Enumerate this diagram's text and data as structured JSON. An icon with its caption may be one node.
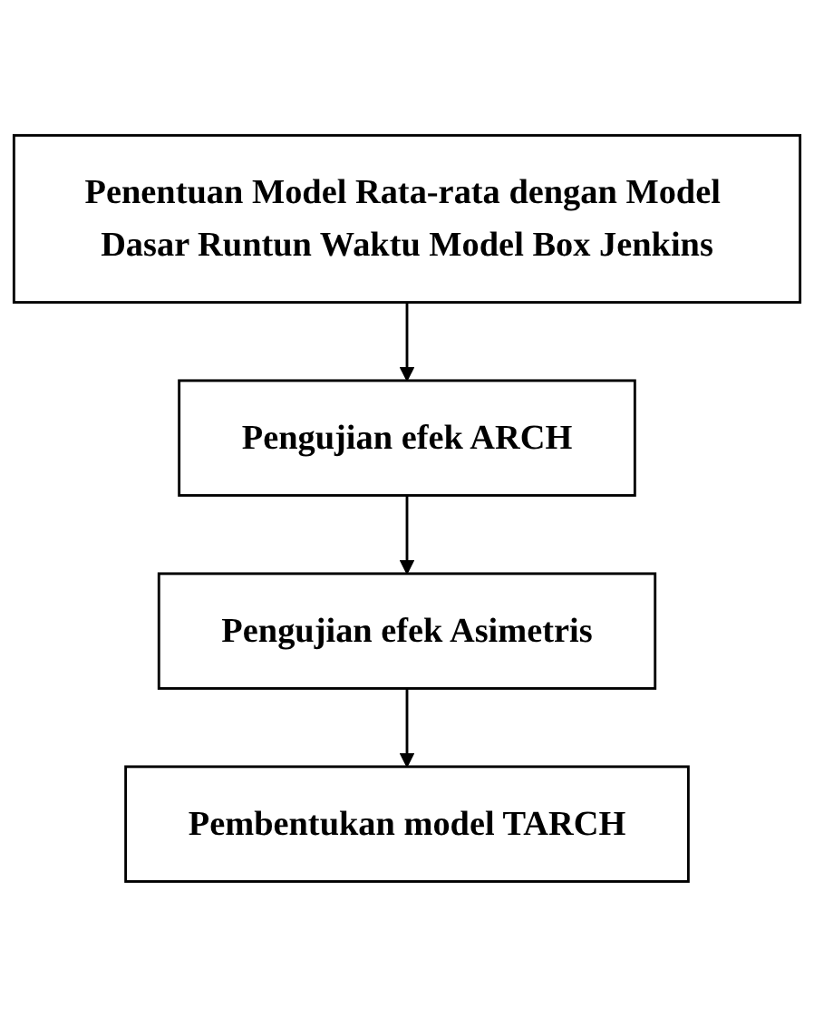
{
  "diagram": {
    "nodes": [
      {
        "text": [
          "Penentuan Model Rata-rata dengan Model Dasar Runtun Waktu Model Box Jenkins"
        ]
      },
      {
        "text": [
          "Pengujian efek ARCH"
        ]
      },
      {
        "text": [
          "Pengujian efek Asimetris"
        ]
      },
      {
        "text": [
          "Pembentukan model TARCH"
        ]
      }
    ],
    "edges": [
      {
        "from": 0,
        "to": 1,
        "arrow": "to"
      },
      {
        "from": 1,
        "to": 2,
        "arrow": "to"
      },
      {
        "from": 2,
        "to": 3,
        "arrow": "to"
      }
    ]
  }
}
